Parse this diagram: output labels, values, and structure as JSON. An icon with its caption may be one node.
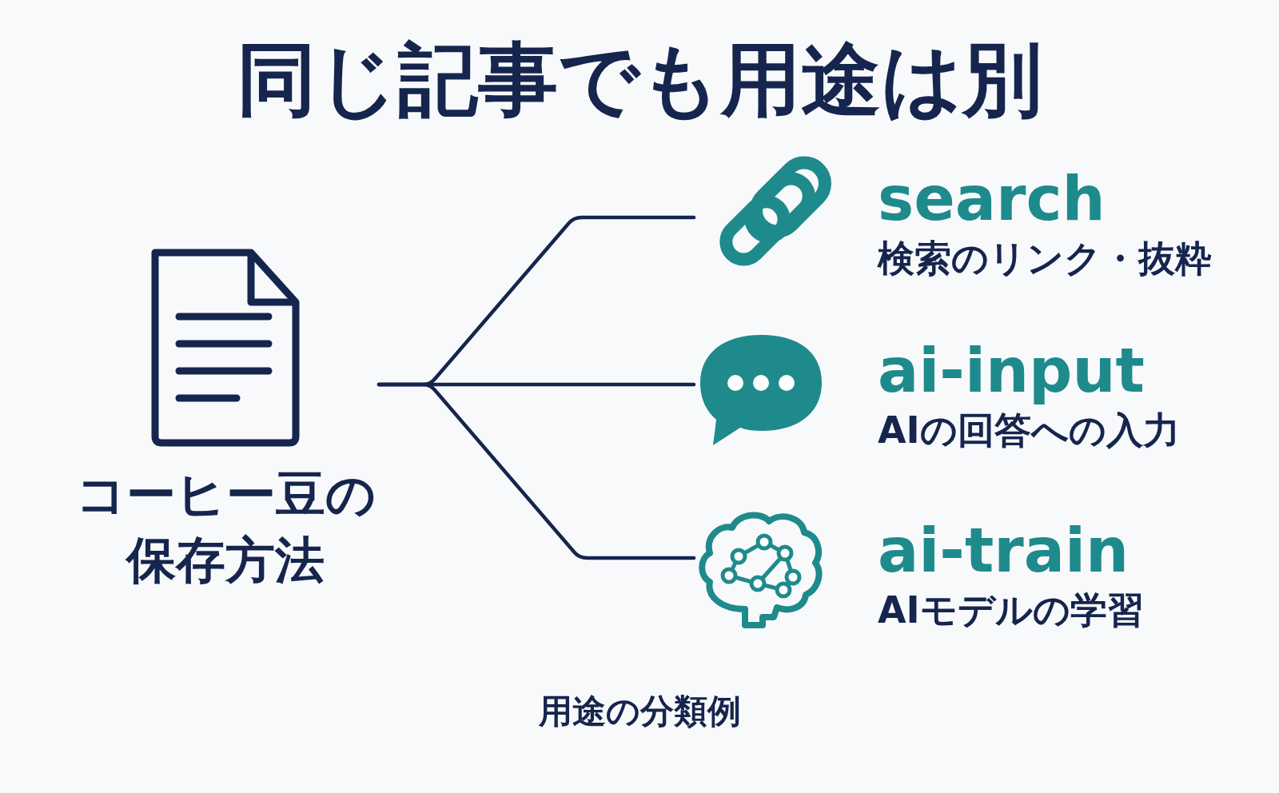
{
  "diagram": {
    "title": "同じ記事でも用途は別",
    "caption": "用途の分類例",
    "nodes": [
      {
        "text": [
          "コーヒー豆の保存方法"
        ]
      },
      {
        "text": [
          "search",
          "検索のリンク・抜粋"
        ]
      },
      {
        "text": [
          "ai-input",
          "AIの回答への入力"
        ]
      },
      {
        "text": [
          "ai-train",
          "AIモデルの学習"
        ]
      }
    ],
    "edges": [
      {
        "from": 0,
        "to": 1,
        "arrow": "none"
      },
      {
        "from": 0,
        "to": 2,
        "arrow": "none"
      },
      {
        "from": 0,
        "to": 3,
        "arrow": "none"
      }
    ]
  }
}
